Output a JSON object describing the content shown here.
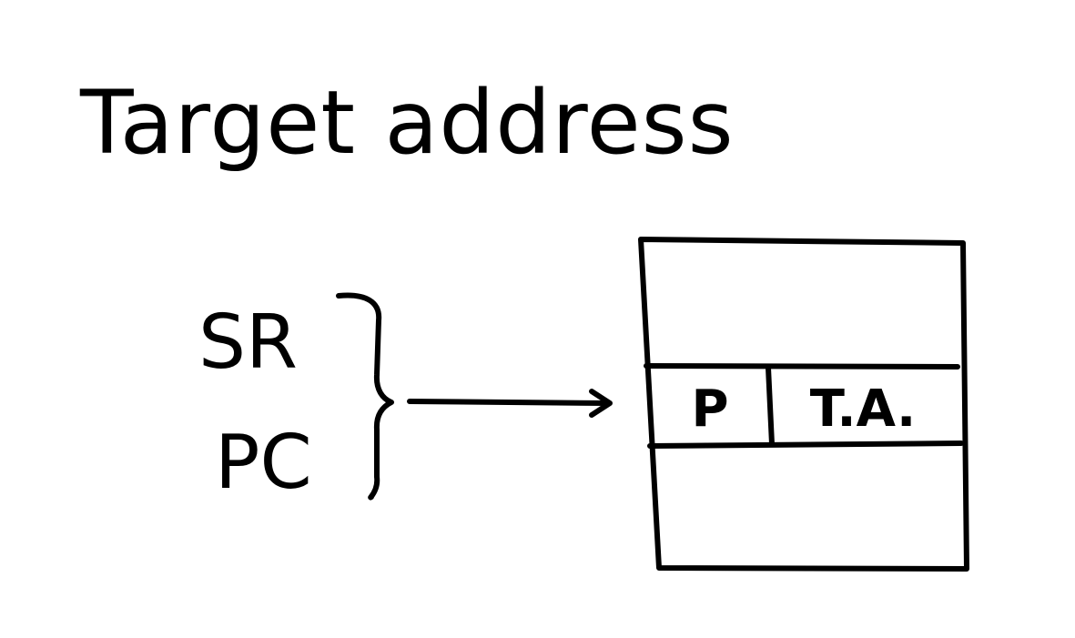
{
  "diagram": {
    "title": "Target address",
    "registers": [
      "SR",
      "PC"
    ],
    "memory_word": {
      "field_left": "P",
      "field_right": "T.A."
    },
    "colors": {
      "ink": "#000000",
      "background": "#ffffff"
    }
  }
}
